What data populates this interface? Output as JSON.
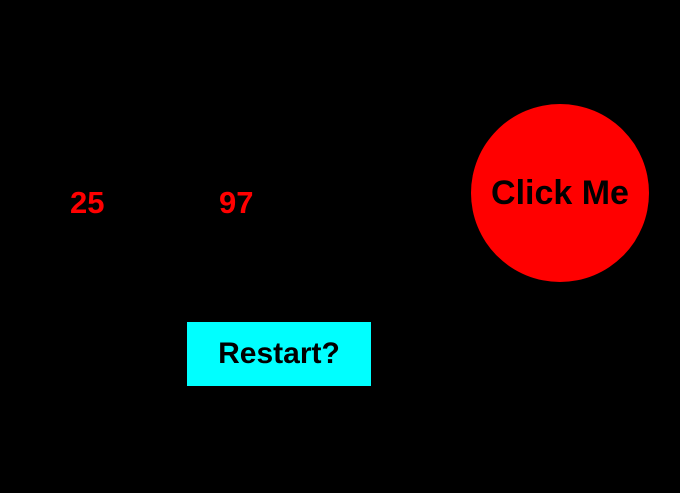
{
  "scores": {
    "left": "25",
    "right": "97"
  },
  "target": {
    "label": "Click Me",
    "color": "#ff0000"
  },
  "restart": {
    "label": "Restart?",
    "color": "#00ffff"
  },
  "colors": {
    "background": "#000000",
    "score_text": "#ff0000",
    "label_text": "#000000"
  }
}
